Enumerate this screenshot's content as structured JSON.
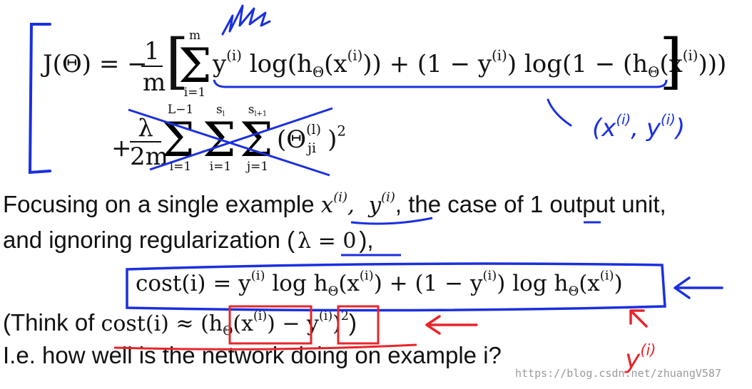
{
  "formula": {
    "lhs": "J(Θ) = −",
    "frac_num": "1",
    "frac_den": "m",
    "open_bracket": "[",
    "close_bracket": "]",
    "sum_top": "m",
    "sum_bottom": "i=1",
    "sigma": "Σ",
    "term_1": "y",
    "term_1_sup": "(i)",
    "log_part": " log(h",
    "theta_sub": "Θ",
    "x_paren_open": "(x",
    "x_sup": "(i)",
    "mid": ")) + (1 − y",
    "mid_sup": "(i)",
    "tail_1": ") log(1 − (h",
    "tail_theta": "Θ",
    "tail_x": "(x",
    "tail_x_sup": "(i)",
    "tail_end": ")))"
  },
  "regularization": {
    "plus": "+",
    "lambda": "λ",
    "den": "2m",
    "sum1_top": "L−1",
    "sum1_bottom": "l=1",
    "sum2_top": "s",
    "sum2_top_sub": "l",
    "sum2_bottom": "i=1",
    "sum3_top": "s",
    "sum3_top_sub": "l+1",
    "sum3_bottom": "j=1",
    "theta_term": "(Θ",
    "theta_sup": "(l)",
    "theta_sub": "ji",
    "theta_end": ")",
    "square": "2"
  },
  "prose": {
    "line1_pre": "Focusing on a single example ",
    "x_math": "x",
    "x_sup": "(i)",
    "comma": ",",
    "y_math": "y",
    "y_sup": "(i)",
    "line1_post": ", the case of ",
    "one": "1",
    "line1_end": " output unit,",
    "line2_pre": "and ignoring regularization (",
    "lambda_eq": "λ = 0",
    "line2_end": "),",
    "line3_pre": "(Think of ",
    "line3_end": ")",
    "line4": "I.e. how well is the network doing on example i?"
  },
  "cost_formula": {
    "lhs": "cost(i) = y",
    "lhs_sup": "(i)",
    "p1": " log h",
    "p1_sub": "Θ",
    "p2": "(x",
    "p2_sup": "(i)",
    "p3": ") + (1 − y",
    "p3_sup": "(i)",
    "p4": ") log h",
    "p4_sub": "Θ",
    "p5": "(x",
    "p5_sup": "(i)",
    "p6": ")"
  },
  "approx_formula": {
    "lhs": "cost(i) ≈ (h",
    "sub": "Θ",
    "x": "(x",
    "x_sup": "(i)",
    "mid": ") − y",
    "y_sup": "(i)",
    "end": ")",
    "square": "2"
  },
  "annotations": {
    "xy_note": "(x",
    "xy_note_sup": "(i)",
    "xy_mid": ", y",
    "xy_sup": "(i)",
    "xy_end": ")",
    "y_note": "y",
    "y_note_sup": "(i)"
  },
  "watermark": "https://blog.csdn.net/zhuangV587",
  "colors": {
    "blue_ink": "#1a2fe0",
    "red_ink": "#e8252a",
    "text": "#111111"
  }
}
